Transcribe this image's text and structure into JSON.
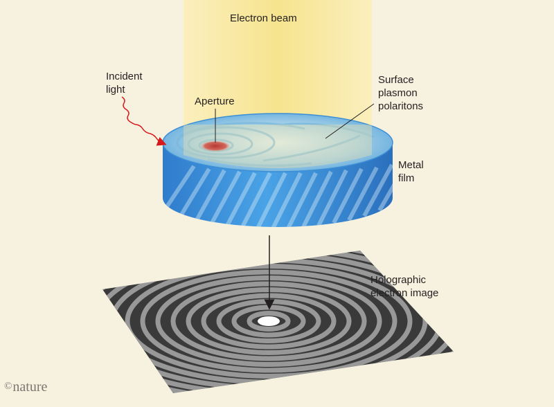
{
  "labels": {
    "electron_beam": "Electron beam",
    "incident_light": [
      "Incident",
      "light"
    ],
    "aperture": "Aperture",
    "surface_plasmon": [
      "Surface",
      "plasmon",
      "polaritons"
    ],
    "metal_film": [
      "Metal",
      "film"
    ],
    "holographic": [
      "Holographic",
      "electron image"
    ]
  },
  "credit": {
    "symbol": "©",
    "text": "nature"
  },
  "colors": {
    "background": "#f7f2e0",
    "beam": "#f8e79a",
    "film": "#3a8fd8",
    "film_top": "#a9d6ee",
    "aperture": "#c0423a",
    "incident_light": "#d7191c",
    "screen": "#3a3a3a",
    "fringe": "#b8b8b8"
  }
}
